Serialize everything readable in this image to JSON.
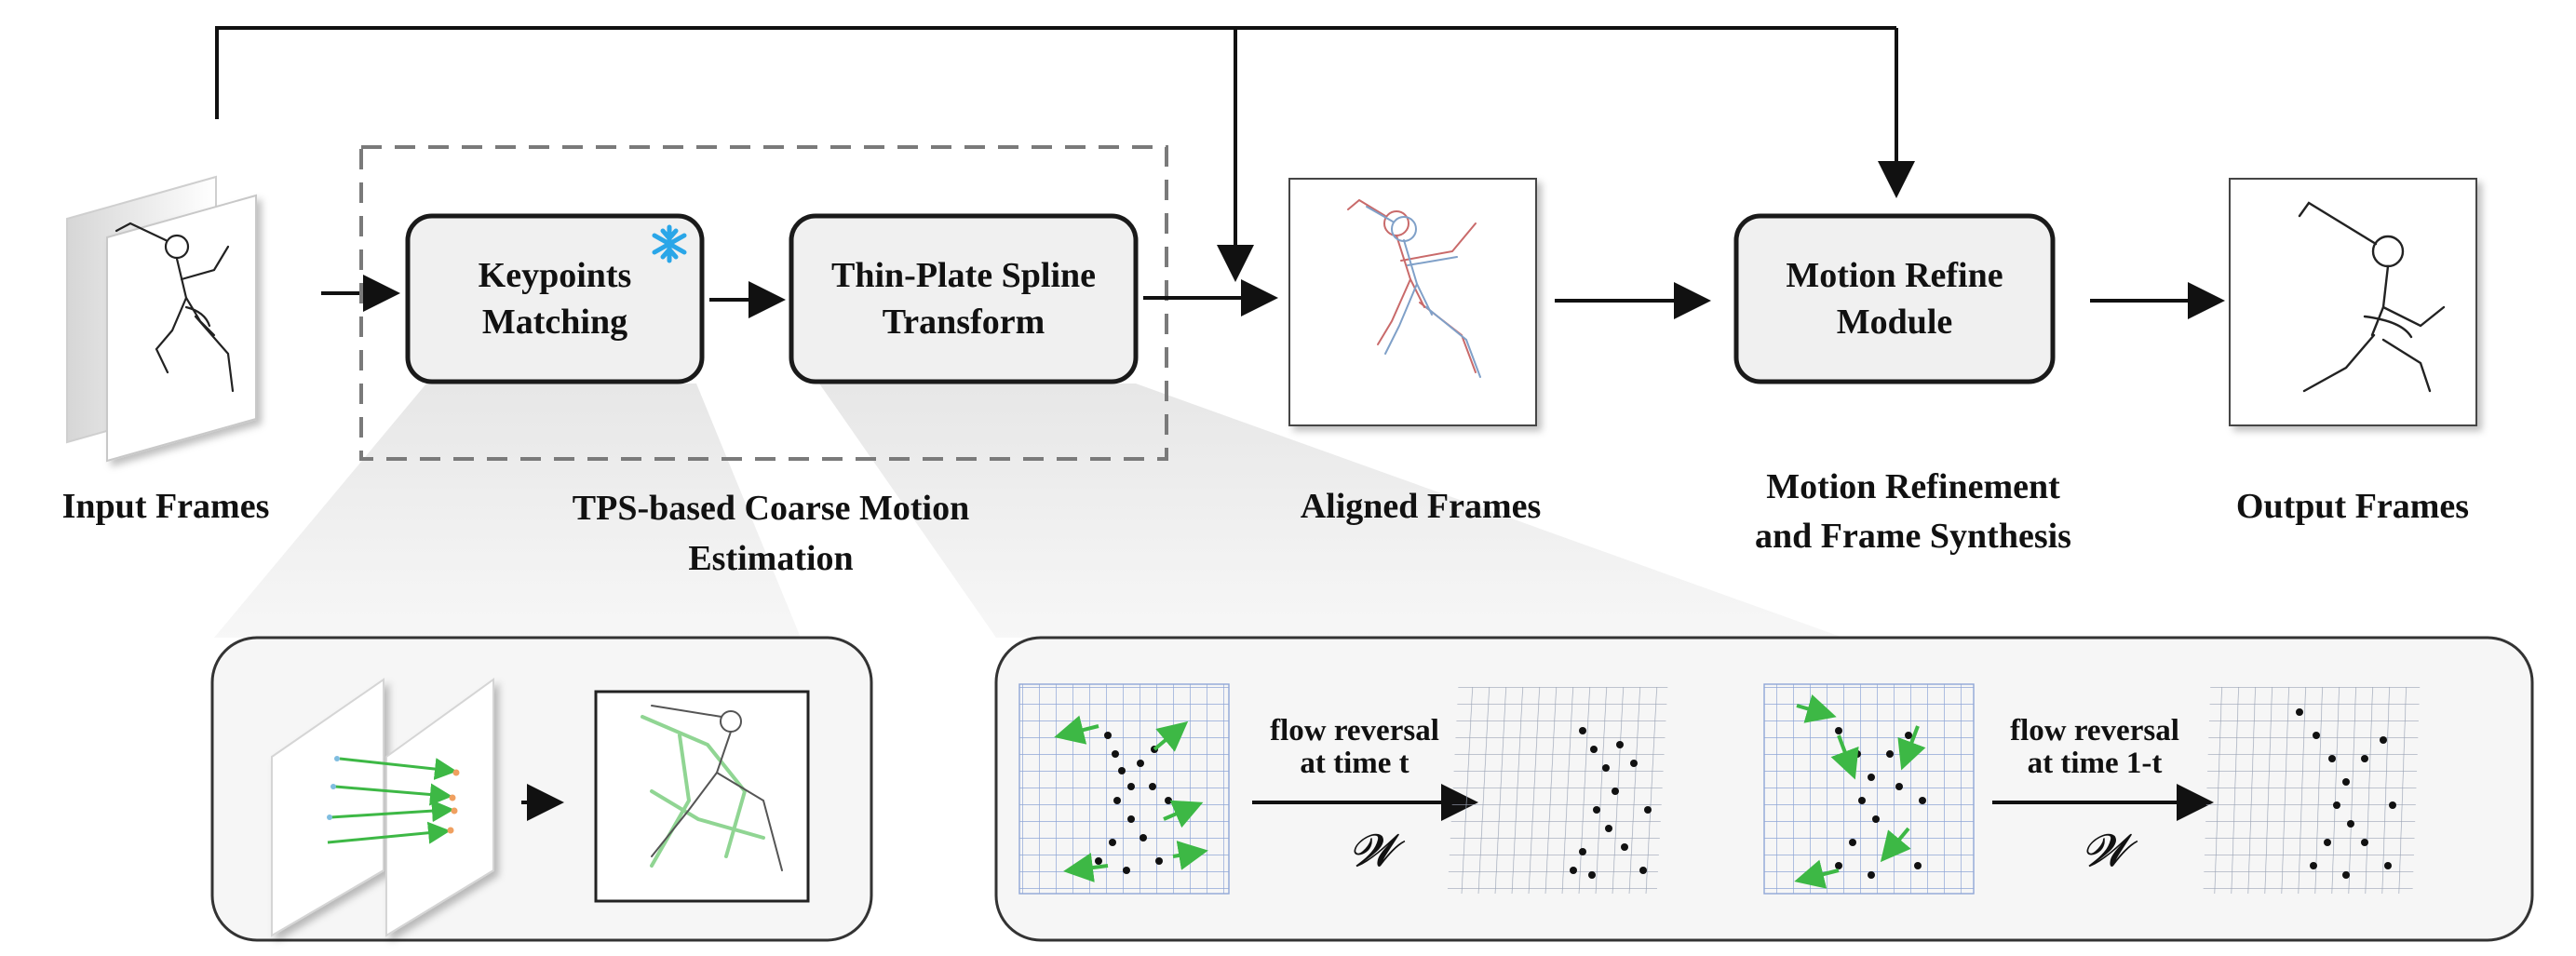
{
  "colors": {
    "box_fill": "#f0f0f0",
    "box_stroke": "#1a1a1a",
    "arrow": "#111111",
    "dashed_border": "#7a7a7a",
    "panel_fill": "#f6f6f6",
    "grid_line": "#8fa6d6",
    "flow_arrow": "#3db845",
    "keypoint": "#111111",
    "snowflake": "#2aa6e8",
    "sketch_red": "#c96a6a",
    "sketch_blue": "#7fa0c8"
  },
  "boxes": {
    "keypoints_matching": [
      "Keypoints",
      "Matching"
    ],
    "tps_transform": [
      "Thin-Plate Spline",
      "Transform"
    ],
    "motion_refine": [
      "Motion Refine",
      "Module"
    ]
  },
  "labels": {
    "input_frames": "Input Frames",
    "coarse_motion": [
      "TPS-based Coarse Motion",
      "Estimation"
    ],
    "aligned_frames": "Aligned Frames",
    "refinement": [
      "Motion Refinement",
      "and Frame Synthesis"
    ],
    "output_frames": "Output Frames"
  },
  "flow_reversal": {
    "step1": [
      "flow reversal",
      "at time t"
    ],
    "step2": [
      "flow reversal",
      "at time 1-t"
    ],
    "operator": "𝓦"
  },
  "icons": {
    "frozen": "snowflake-icon"
  }
}
